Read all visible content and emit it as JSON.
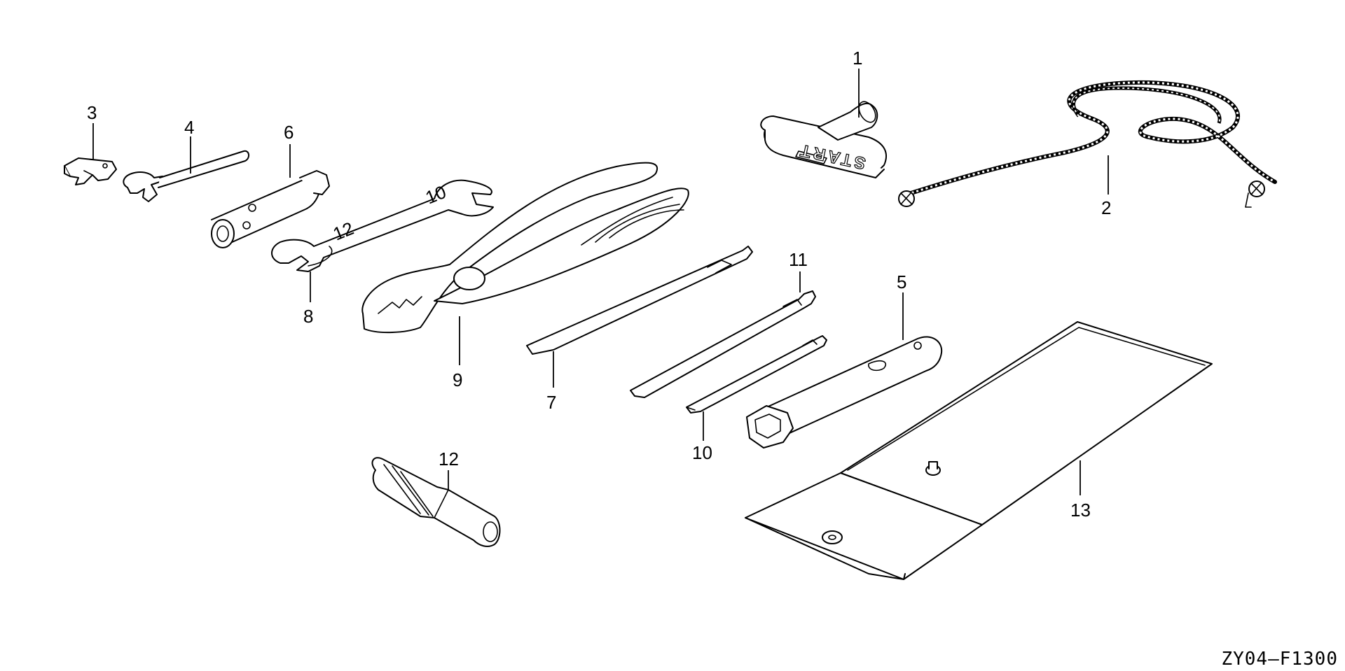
{
  "diagram": {
    "parts": [
      {
        "number": "1",
        "name": "start-grip"
      },
      {
        "number": "2",
        "name": "starter-rope"
      },
      {
        "number": "3",
        "name": "clip"
      },
      {
        "number": "4",
        "name": "open-end-wrench-small"
      },
      {
        "number": "5",
        "name": "plug-wrench"
      },
      {
        "number": "6",
        "name": "box-socket-wrench"
      },
      {
        "number": "7",
        "name": "flat-screwdriver"
      },
      {
        "number": "8",
        "name": "open-end-wrench"
      },
      {
        "number": "9",
        "name": "pliers"
      },
      {
        "number": "10",
        "name": "phillips-screwdriver"
      },
      {
        "number": "11",
        "name": "screwdriver"
      },
      {
        "number": "12",
        "name": "screwdriver-grip"
      },
      {
        "number": "13",
        "name": "tool-bag"
      }
    ],
    "start_grip_text": "START",
    "wrench_8_mark": "12",
    "wrench_8_mark_b": "10",
    "reference_code": "ZY04—F1300"
  }
}
